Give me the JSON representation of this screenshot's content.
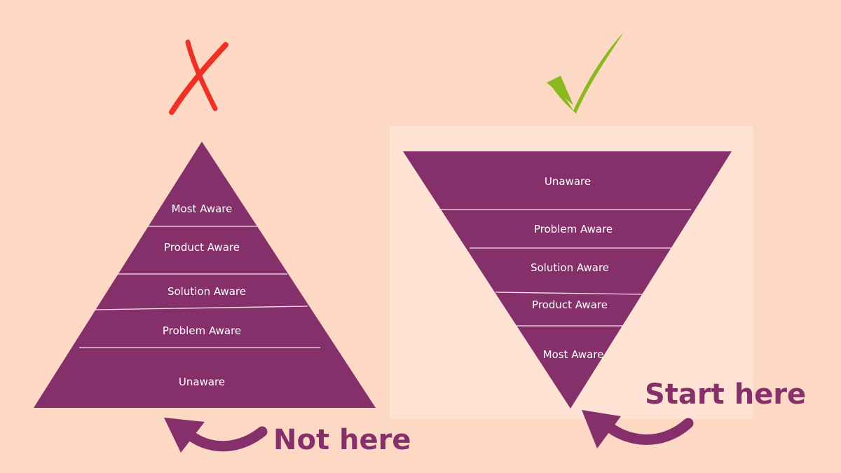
{
  "colors": {
    "background": "#fdd8c4",
    "pyramid_fill": "#86306b",
    "divider": "#f4e6ee",
    "label_text": "#ffffff",
    "cross": "#ee3124",
    "check": "#8bb81f",
    "callout": "#86306b",
    "arrow": "#86306b"
  },
  "left": {
    "verdict_icon": "cross-mark-icon",
    "levels": [
      "Most Aware",
      "Product Aware",
      "Solution Aware",
      "Problem Aware",
      "Unaware"
    ],
    "callout": "Not here",
    "arrow_icon": "curved-arrow-icon"
  },
  "right": {
    "verdict_icon": "check-mark-icon",
    "levels": [
      "Unaware",
      "Problem Aware",
      "Solution Aware",
      "Product Aware",
      "Most Aware"
    ],
    "callout": "Start here",
    "arrow_icon": "curved-arrow-icon"
  }
}
